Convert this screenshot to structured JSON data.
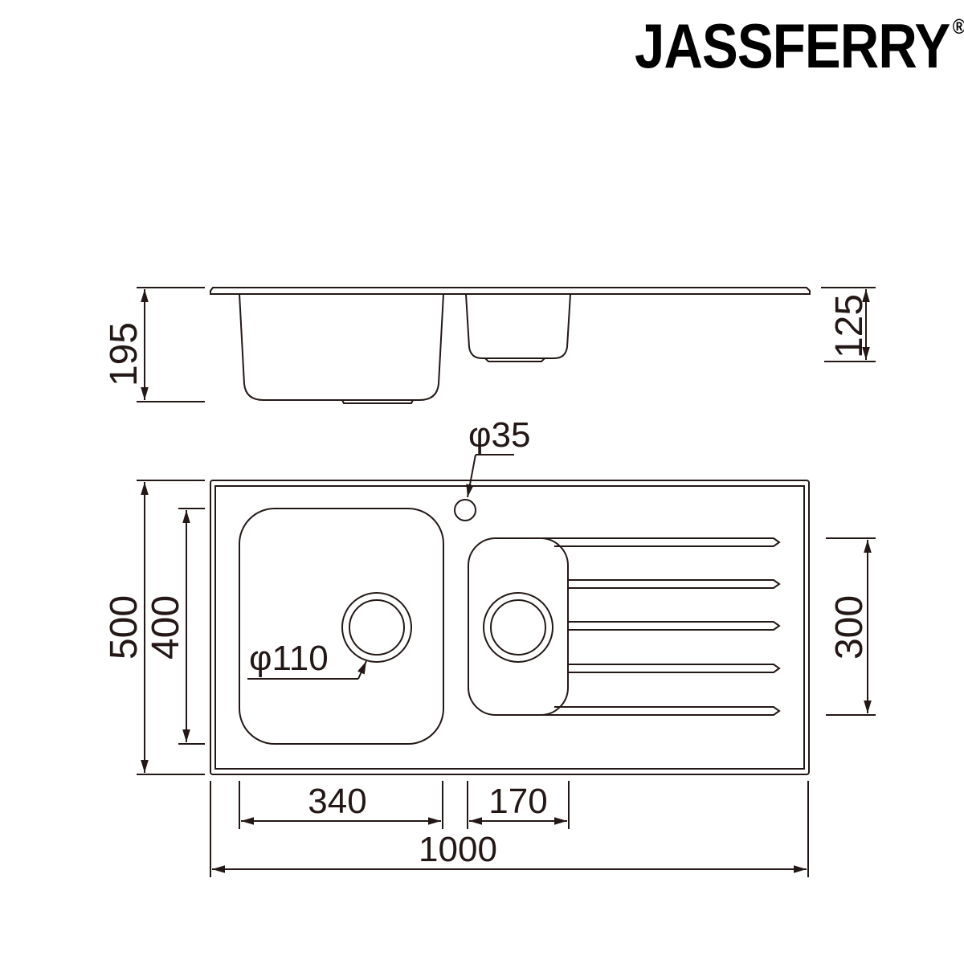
{
  "brand": {
    "name": "JASSFERRY",
    "registered_mark": "®"
  },
  "side_view": {
    "overall_depth_label": "195",
    "small_bowl_depth_label": "125"
  },
  "top_view": {
    "overall_width_label": "1000",
    "overall_height_label": "500",
    "main_bowl_height_label": "400",
    "main_bowl_width_label": "340",
    "small_bowl_width_label": "170",
    "small_bowl_height_label": "300",
    "tap_hole_label": "φ35",
    "waste_label": "φ110",
    "drainer_groove_count": 5
  },
  "colors": {
    "line": "#231815",
    "background": "#ffffff"
  }
}
